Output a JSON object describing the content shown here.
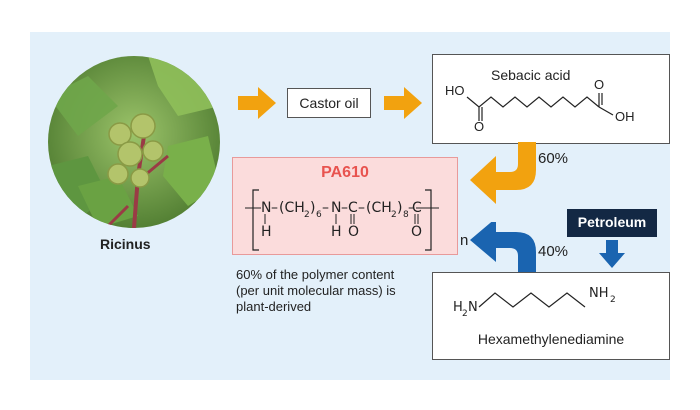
{
  "photo": {
    "label": "Ricinus"
  },
  "flow": {
    "castor_oil": "Castor oil",
    "petroleum": "Petroleum"
  },
  "sebacic": {
    "title": "Sebacic acid",
    "left_ho": "HO",
    "right_oh": "OH",
    "o_left": "O",
    "o_right": "O"
  },
  "percent": {
    "p60": "60%",
    "p40": "40%"
  },
  "pa610": {
    "title": "PA610",
    "f_n1": "N",
    "f_ch2a": "(CH",
    "f_ch2a_sub": "2",
    "f_ch2a_close": ")",
    "f_ch2a_n": "6",
    "f_n2": "N",
    "f_c1": "C",
    "f_ch2b": "(CH",
    "f_ch2b_sub": "2",
    "f_ch2b_close": ")",
    "f_ch2b_n": "8",
    "f_c2": "C",
    "f_h1": "H",
    "f_h2": "H",
    "f_o1": "O",
    "f_o2": "O",
    "f_repeat": "n"
  },
  "note": {
    "line1": "60% of the polymer content",
    "line2": "(per unit molecular mass) is",
    "line3": "plant-derived"
  },
  "hmda": {
    "name": "Hexamethylenediamine",
    "h2n_h": "H",
    "h2n_sub": "2",
    "h2n_n": "N",
    "nh2_n": "NH",
    "nh2_sub": "2"
  },
  "colors": {
    "background": "#e3f0fa",
    "orange": "#f2a20f",
    "blue": "#1a64b0",
    "navy": "#132844",
    "red": "#e8534f",
    "pa_fill": "#fbdcdc",
    "pa_border": "#e89a9a"
  }
}
